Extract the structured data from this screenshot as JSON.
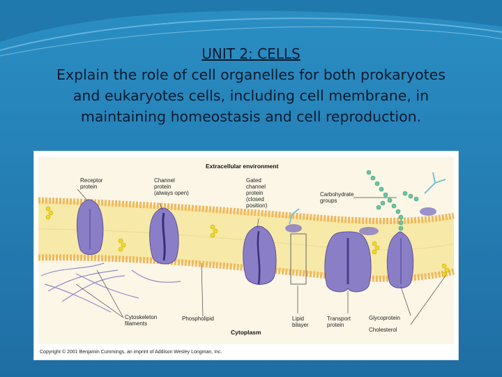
{
  "slide": {
    "title": "UNIT 2:  CELLS",
    "description_lines": [
      "Explain the role of cell organelles for both prokaryotes",
      "and eukaryotes cells, including cell membrane, in",
      "maintaining homeostasis and cell reproduction."
    ]
  },
  "figure": {
    "top_label": "Extracellular environment",
    "bottom_label": "Cytoplasm",
    "labels": {
      "receptor_protein": [
        "Receptor",
        "protein"
      ],
      "channel_protein": [
        "Channel",
        "protein",
        "(always open)"
      ],
      "gated_channel": [
        "Gated",
        "channel",
        "protein",
        "(closed",
        "position)"
      ],
      "carbohydrate": [
        "Carbohydrate",
        "groups"
      ],
      "cytoskeleton": [
        "Cytoskeleton",
        "filaments"
      ],
      "phospholipid": [
        "Phospholipid"
      ],
      "lipid_bilayer": [
        "Lipid",
        "bilayer"
      ],
      "transport_protein": [
        "Transport",
        "protein"
      ],
      "glycoprotein": [
        "Glycoprotein"
      ],
      "cholesterol": [
        "Cholesterol"
      ]
    },
    "copyright": "Copyright © 2001 Benjamin Cummings, an imprint of Addison Wesley Longman, Inc."
  },
  "colors": {
    "background": "#2580b6",
    "title_text": "#0b1a2e",
    "protein": "#8a7fc6",
    "lipid_heads": "#f5c57a",
    "membrane_fill": "#f7e9a8",
    "carbohydrate": "#6cc4a2",
    "cholesterol": "#f2d91f"
  }
}
